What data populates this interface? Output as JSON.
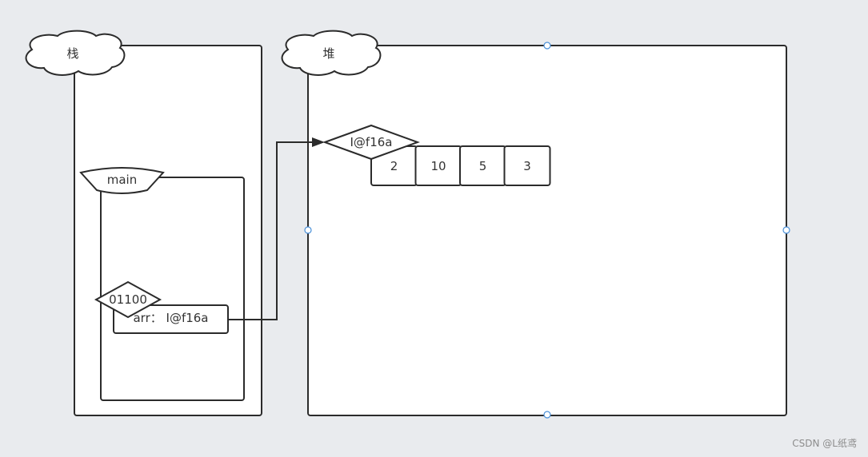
{
  "stack": {
    "title": "栈"
  },
  "heap": {
    "title": "堆"
  },
  "main_frame": {
    "label": "main",
    "address": "01100",
    "variable": "arr： I@f16a"
  },
  "array": {
    "address": "I@f16a",
    "values": [
      "2",
      "10",
      "5",
      "3"
    ]
  },
  "watermark": "CSDN @L纸鸢"
}
